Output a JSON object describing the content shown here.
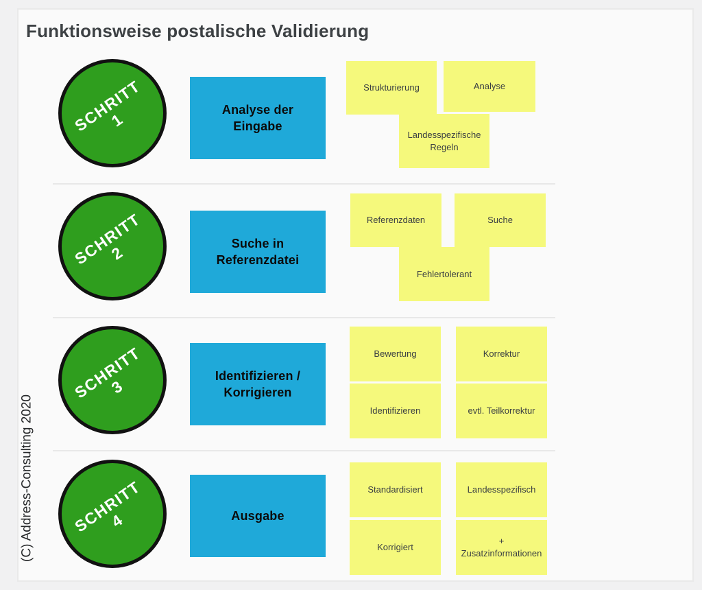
{
  "page": {
    "title": "Funktionsweise postalische Validierung",
    "copyright": "(C) Address-Consulting 2020"
  },
  "colors": {
    "page_bg": "#f1f1f2",
    "card_bg": "#fafafa",
    "card_border": "#e9e9e9",
    "divider": "#e8e8e8",
    "step_green": "#2f9e1e",
    "circle_outline": "#111111",
    "action_blue": "#1fa9d9",
    "note_yellow": "#f5f97c",
    "title_text": "#3d4144",
    "note_text": "#3b4043",
    "circle_text": "#ffffff",
    "box_text": "#0b0b0b"
  },
  "steps": [
    {
      "circle_line1": "SCHRITT",
      "circle_line2": "1",
      "box_label": "Analyse der Eingabe",
      "notes": [
        "Strukturierung",
        "Analyse",
        "Landesspezifische Regeln"
      ]
    },
    {
      "circle_line1": "SCHRITT",
      "circle_line2": "2",
      "box_label": "Suche in Referenzdatei",
      "notes": [
        "Referenzdaten",
        "Suche",
        "Fehlertolerant"
      ]
    },
    {
      "circle_line1": "SCHRITT",
      "circle_line2": "3",
      "box_label": "Identifizieren / Korrigieren",
      "notes": [
        "Bewertung",
        "Korrektur",
        "Identifizieren",
        "evtl. Teilkorrektur"
      ]
    },
    {
      "circle_line1": "SCHRITT",
      "circle_line2": "4",
      "box_label": "Ausgabe",
      "notes": [
        "Standardisiert",
        "Landesspezifisch",
        "Korrigiert",
        "+ Zusatzinformationen"
      ]
    }
  ]
}
